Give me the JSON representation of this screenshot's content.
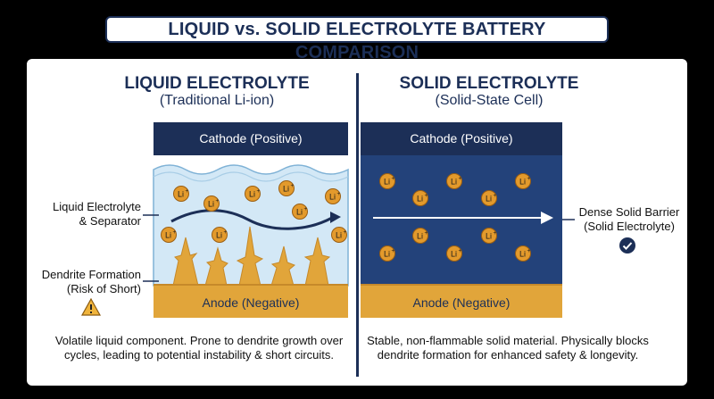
{
  "title": "LIQUID vs. SOLID ELECTROLYTE BATTERY COMPARISON",
  "liquid": {
    "heading": "LIQUID ELECTROLYTE",
    "subheading": "(Traditional Li-ion)",
    "cathode": "Cathode (Positive)",
    "anode": "Anode (Negative)",
    "label_electrolyte_1": "Liquid Electrolyte",
    "label_electrolyte_2": "& Separator",
    "label_dendrite_1": "Dendrite Formation",
    "label_dendrite_2": "(Risk of Short)",
    "description_1": "Volatile liquid component. Prone to dendrite growth over",
    "description_2": "cycles, leading to potential instability & short circuits.",
    "warning_icon": "warning-triangle-icon"
  },
  "solid": {
    "heading": "SOLID ELECTROLYTE",
    "subheading": "(Solid-State Cell)",
    "cathode": "Cathode (Positive)",
    "anode": "Anode (Negative)",
    "label_barrier_1": "Dense Solid Barrier",
    "label_barrier_2": "(Solid Electrolyte)",
    "description_1": "Stable, non-flammable solid material. Physically blocks",
    "description_2": "dendrite formation for enhanced safety & longevity.",
    "check_icon": "check-circle-icon"
  },
  "ion_label": "Li+",
  "colors": {
    "navy": "#1c2f57",
    "liquid_fill": "#d3e8f6",
    "solid_fill": "#23427a",
    "anode": "#e1a53a",
    "ion": "#e39a2c",
    "warning": "#f0b43c"
  }
}
